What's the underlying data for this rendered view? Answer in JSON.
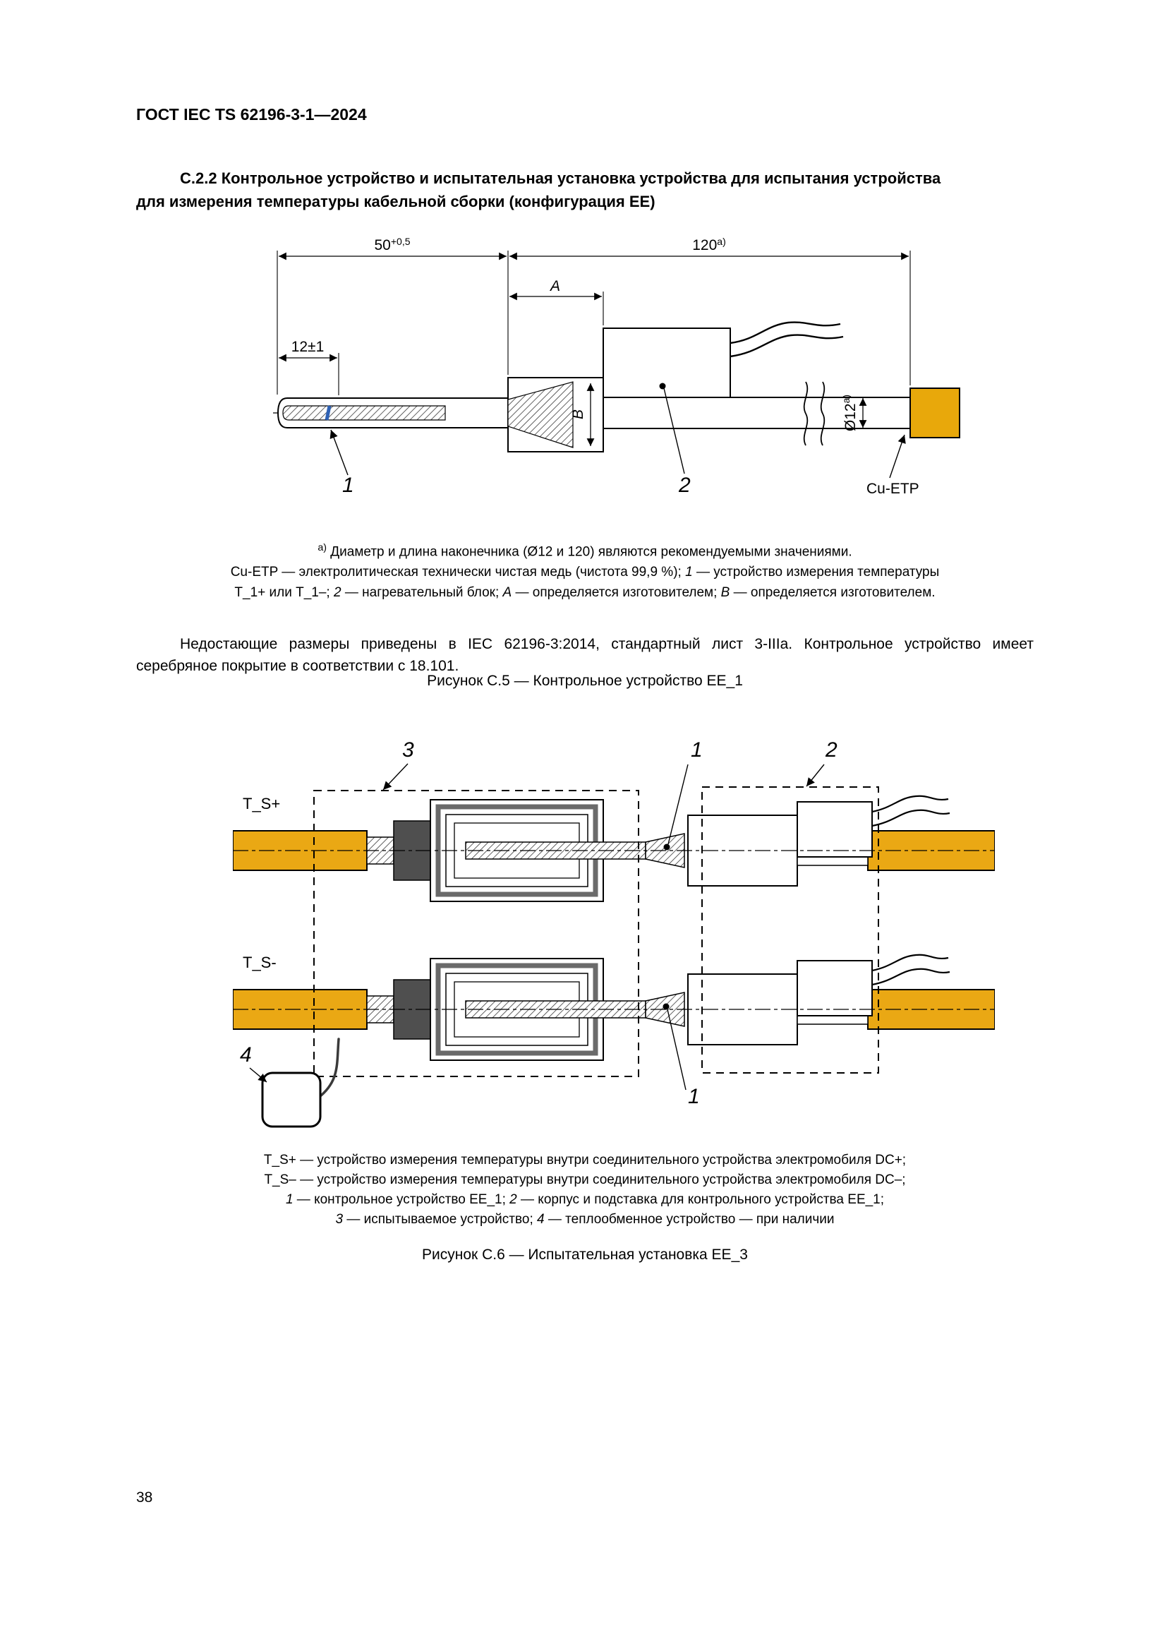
{
  "page": {
    "number": "38"
  },
  "header": {
    "title": "ГОСТ IEC TS 62196-3-1—2024"
  },
  "section": {
    "heading_line1": "С.2.2 Контрольное устройство и испытательная установка устройства для испытания устройства",
    "heading_line2": "для измерения температуры кабельной сборки (конфигурация ЕЕ)"
  },
  "figure_c5": {
    "dims": {
      "d50": "50",
      "d50_sup": "+0,5",
      "d120": "120",
      "d120_sup": "а)",
      "dA": "A",
      "d12": "12±1",
      "dB": "B",
      "dia12": "Ø12",
      "dia12_sup": "а)"
    },
    "labels": {
      "n1": "1",
      "n2": "2",
      "cu": "Cu-ETP"
    },
    "footnote": [
      {
        "t": "а)",
        "sup": true
      },
      {
        "t": " Диаметр и длина наконечника (Ø12 и 120) являются рекомендуемыми значениями."
      }
    ],
    "legend_line1": [
      {
        "t": "Cu-ETP — электролитическая технически чистая медь (чистота 99,9 %); "
      },
      {
        "t": "1",
        "i": true
      },
      {
        "t": " — устройство измерения температуры"
      }
    ],
    "legend_line2": [
      {
        "t": "Т_1+ или Т_1–; "
      },
      {
        "t": "2",
        "i": true
      },
      {
        "t": " — нагревательный блок; "
      },
      {
        "t": "А",
        "i": true
      },
      {
        "t": " — определяется изготовителем; "
      },
      {
        "t": "В",
        "i": true
      },
      {
        "t": " — определяется изготовителем."
      }
    ],
    "note_paragraph": "Недостающие размеры приведены в IEC 62196-3:2014, стандартный лист 3-IIIa. Контрольное устройство имеет серебряное покрытие в соответствии с 18.101.",
    "caption": "Рисунок С.5 — Контрольное устройство ЕЕ_1"
  },
  "figure_c6": {
    "labels": {
      "n1": "1",
      "n2": "2",
      "n3": "3",
      "n4": "4",
      "ts_plus": "T_S+",
      "ts_minus": "T_S-"
    },
    "legend": [
      [
        {
          "t": "T_S+ — устройство измерения температуры внутри соединительного устройства электромобиля DC+;"
        }
      ],
      [
        {
          "t": "T_S– — устройство измерения температуры внутри соединительного устройства электромобиля DC–;"
        }
      ],
      [
        {
          "t": "1",
          "i": true
        },
        {
          "t": " — контрольное устройство ЕЕ_1; "
        },
        {
          "t": "2",
          "i": true
        },
        {
          "t": " — корпус и подставка для контрольного устройства ЕЕ_1;"
        }
      ],
      [
        {
          "t": "3",
          "i": true
        },
        {
          "t": " — испытываемое устройство; "
        },
        {
          "t": "4",
          "i": true
        },
        {
          "t": " — теплообменное устройство — при наличии"
        }
      ]
    ],
    "caption": "Рисунок С.6 — Испытательная установка ЕЕ_3"
  }
}
